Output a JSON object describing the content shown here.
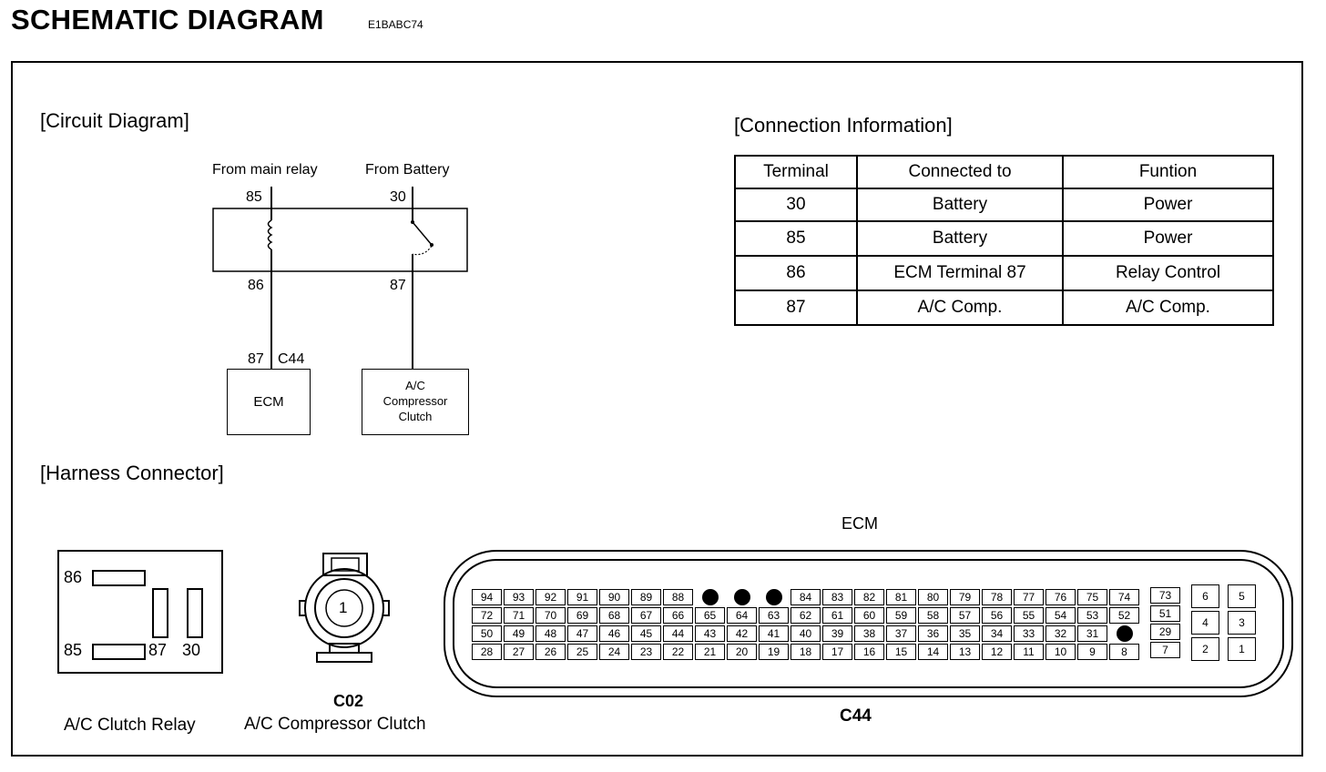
{
  "header": {
    "title": "SCHEMATIC DIAGRAM",
    "code": "E1BABC74"
  },
  "sections": {
    "circuit": "[Circuit Diagram]",
    "connection": "[Connection Information]",
    "harness": "[Harness Connector]"
  },
  "circuit": {
    "from_main_relay": "From main relay",
    "from_battery": "From Battery",
    "pin_85": "85",
    "pin_30": "30",
    "pin_86": "86",
    "pin_87": "87",
    "ecm_pin": "87",
    "ecm_connector": "C44",
    "ecm_label": "ECM",
    "clutch_label": "A/C Compressor Clutch"
  },
  "connection_table": {
    "headers": [
      "Terminal",
      "Connected to",
      "Funtion"
    ],
    "rows": [
      [
        "30",
        "Battery",
        "Power"
      ],
      [
        "85",
        "Battery",
        "Power"
      ],
      [
        "86",
        "ECM Terminal 87",
        "Relay Control"
      ],
      [
        "87",
        "A/C Comp.",
        "A/C Comp."
      ]
    ]
  },
  "harness": {
    "relay": {
      "pin_86": "86",
      "pin_85": "85",
      "pin_87": "87",
      "pin_30": "30",
      "caption": "A/C Clutch Relay"
    },
    "clutch": {
      "pin": "1",
      "code": "C02",
      "caption": "A/C Compressor Clutch"
    },
    "ecm": {
      "title": "ECM",
      "code": "C44",
      "main_rows": [
        [
          "94",
          "93",
          "92",
          "91",
          "90",
          "89",
          "88",
          "",
          "",
          "",
          "84",
          "83",
          "82",
          "81",
          "80",
          "79",
          "78",
          "77",
          "76",
          "75",
          "74"
        ],
        [
          "72",
          "71",
          "70",
          "69",
          "68",
          "67",
          "66",
          "65",
          "64",
          "63",
          "62",
          "61",
          "60",
          "59",
          "58",
          "57",
          "56",
          "55",
          "54",
          "53",
          "52"
        ],
        [
          "50",
          "49",
          "48",
          "47",
          "46",
          "45",
          "44",
          "43",
          "42",
          "41",
          "40",
          "39",
          "38",
          "37",
          "36",
          "35",
          "34",
          "33",
          "32",
          "31",
          ""
        ],
        [
          "28",
          "27",
          "26",
          "25",
          "24",
          "23",
          "22",
          "21",
          "20",
          "19",
          "18",
          "17",
          "16",
          "15",
          "14",
          "13",
          "12",
          "11",
          "10",
          "9",
          "8"
        ]
      ],
      "side_column": [
        "73",
        "51",
        "29",
        "7"
      ],
      "right_block": [
        [
          "6",
          "5"
        ],
        [
          "4",
          "3"
        ],
        [
          "2",
          "1"
        ]
      ]
    }
  }
}
